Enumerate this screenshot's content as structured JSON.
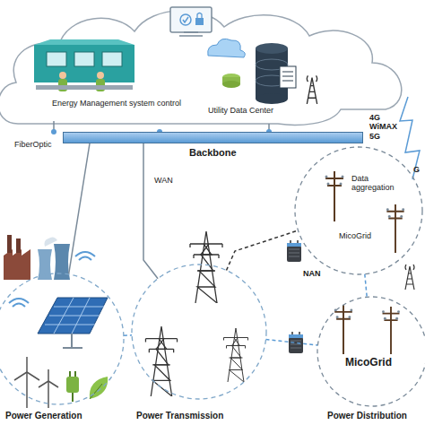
{
  "diagram": {
    "nodes": [
      {
        "text": [
          "Backbone"
        ]
      },
      {
        "text": [
          "Power Generation"
        ]
      },
      {
        "text": [
          "Power Transmission"
        ]
      },
      {
        "text": [
          "MicoGrid",
          "Power Distribution"
        ]
      },
      {
        "text": [
          "MicoGrid"
        ]
      }
    ],
    "edges": [
      {
        "from": 0,
        "to": 1,
        "arrow": "none"
      },
      {
        "from": 0,
        "to": 2,
        "arrow": "none"
      },
      {
        "from": 1,
        "to": 2,
        "arrow": "none"
      },
      {
        "from": 2,
        "to": 3,
        "arrow": "none"
      },
      {
        "from": 2,
        "to": 4,
        "arrow": "none"
      },
      {
        "from": 4,
        "to": 3,
        "arrow": "none"
      }
    ],
    "labels": [
      "Energy Management system control",
      "Utility Data Center",
      "FiberOptic",
      "WAN",
      "4G WiMAX 5G",
      "Data aggregation",
      "G",
      "NAN"
    ]
  }
}
